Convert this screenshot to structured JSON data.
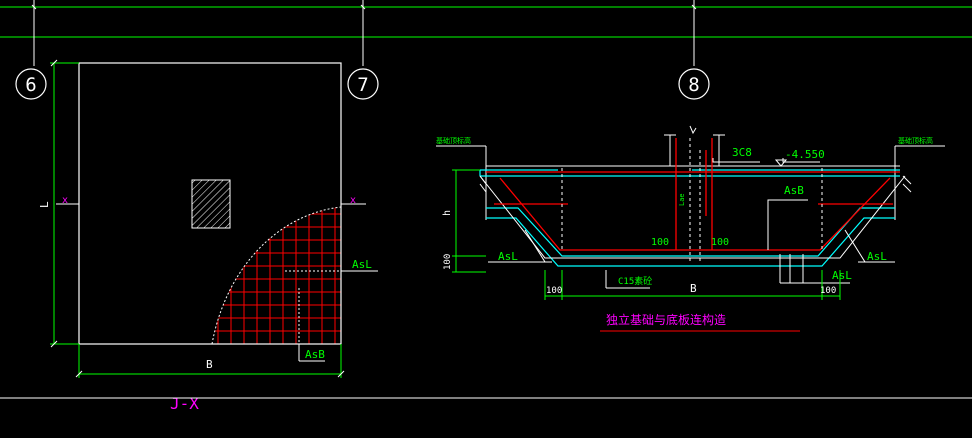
{
  "axes": {
    "a6": "6",
    "a7": "7",
    "a8": "8",
    "top_dims": [
      "",
      "",
      ""
    ]
  },
  "plan": {
    "dim_L": "L",
    "dim_B": "B",
    "mark_left": "x",
    "mark_right": "x",
    "asl": "AsL",
    "asb": "AsB",
    "caption": "J-X"
  },
  "section": {
    "label_3cb": "3C8",
    "elev": "-4.550",
    "asb": "AsB",
    "asl_left": "AsL",
    "asl_right": "AsL",
    "asl_bottom": "AsL",
    "h": "h",
    "dim_100_left": "100",
    "dim_100_right": "100",
    "dim_100_vert": "100",
    "dim_100_bl": "100",
    "dim_100_br": "100",
    "dim_B": "B",
    "c15": "C15素砼",
    "lae": "Lae",
    "tag_left": "基础顶标高",
    "tag_right": "基础顶标高",
    "caption": "独立基础与底板连构造"
  },
  "colors": {
    "bg": "#000000",
    "white": "#ffffff",
    "green": "#00ff00",
    "red": "#ff0000",
    "cyan": "#00ffff",
    "magenta": "#ff00ff",
    "yellow": "#ffff00"
  }
}
